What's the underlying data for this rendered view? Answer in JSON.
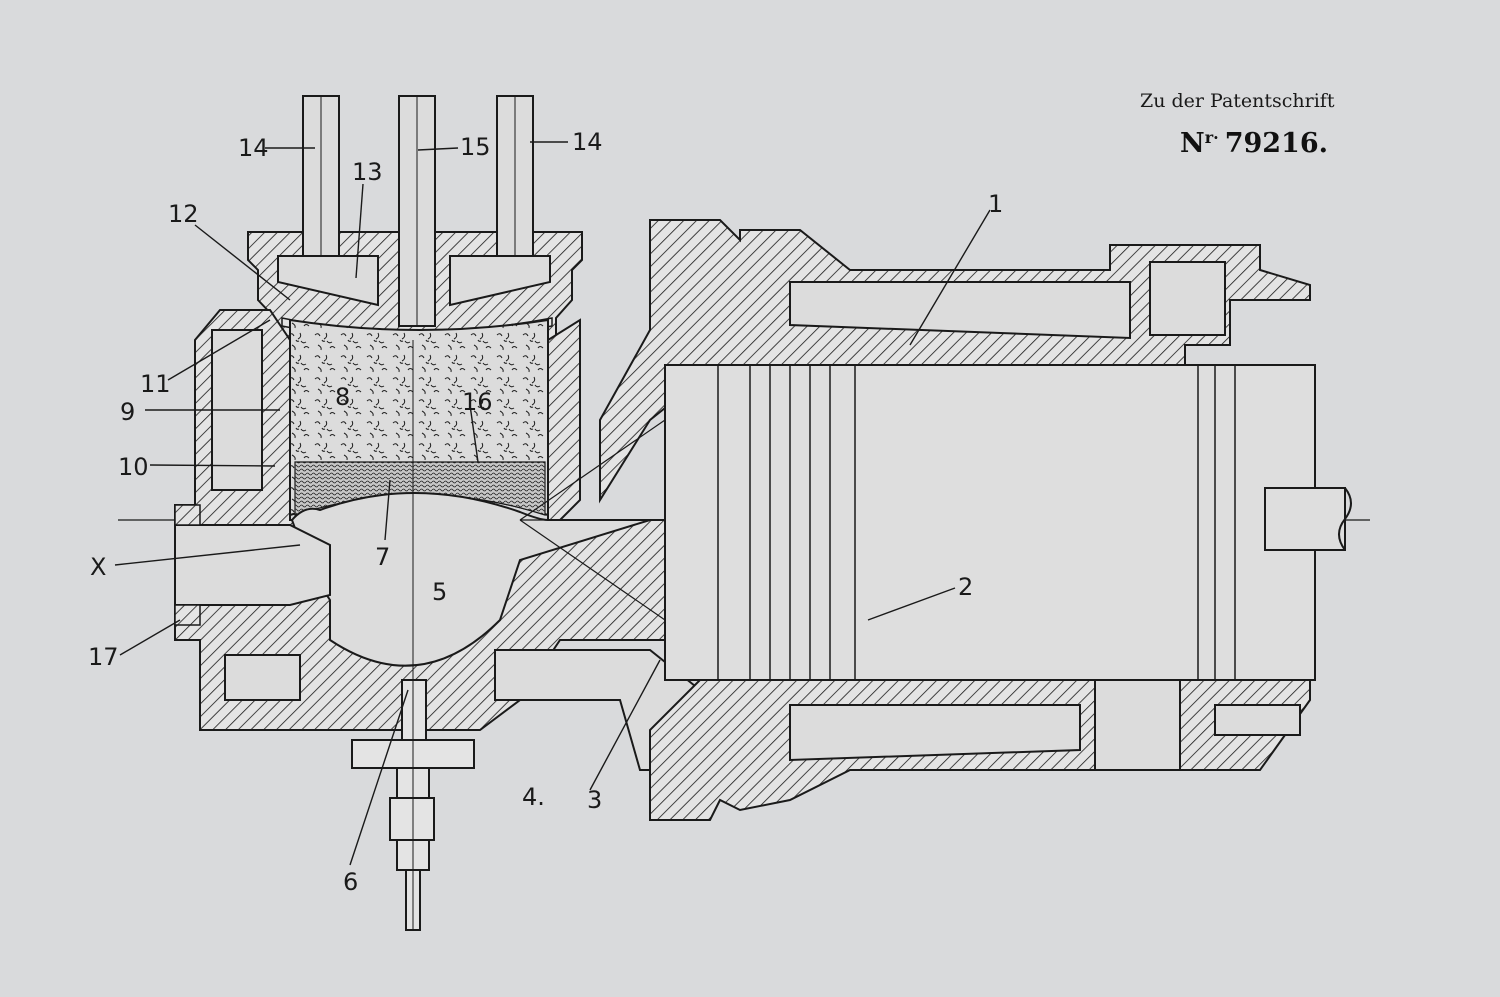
{
  "header": {
    "line1": "Zu der Patentschrift",
    "nr_prefix": "N",
    "nr_suffix": "r·",
    "patent_number": "79216."
  },
  "labels": {
    "l1": "1",
    "l2": "2",
    "l3": "3",
    "l4": "4.",
    "l5": "5",
    "l6": "6",
    "l7": "7",
    "l8": "8",
    "l9": "9",
    "l10": "10",
    "l11": "11",
    "l12": "12",
    "l13": "13",
    "l14a": "14",
    "l14b": "14",
    "l15": "15",
    "l16": "16",
    "l17": "17",
    "lX": "X"
  },
  "colors": {
    "paper": "#d9dadc",
    "ink": "#1a1a1a"
  }
}
